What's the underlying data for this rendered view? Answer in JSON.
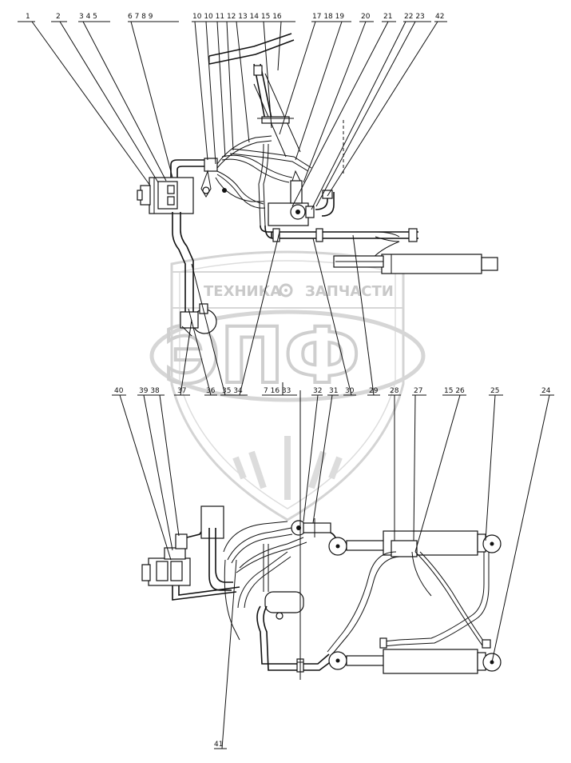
{
  "watermark": {
    "brand_left": "ТЕХНИКА",
    "brand_right": "ЗАПЧАСТИ",
    "monogram": "ЭПФ",
    "color": "#cccccc"
  },
  "diagram": {
    "top_labels": [
      {
        "id": "t1",
        "text": "1"
      },
      {
        "id": "t2",
        "text": "2"
      },
      {
        "id": "t3",
        "text": "3  4  5"
      },
      {
        "id": "t6",
        "text": "6  7  8  9"
      },
      {
        "id": "t10",
        "text": "10  10  11  12  13  14  15  16"
      },
      {
        "id": "t17",
        "text": "17  18  19"
      },
      {
        "id": "t20",
        "text": "20"
      },
      {
        "id": "t21",
        "text": "21"
      },
      {
        "id": "t22",
        "text": "22  23"
      },
      {
        "id": "t42",
        "text": "42"
      }
    ],
    "middle_labels": [
      {
        "id": "m37",
        "text": "37"
      },
      {
        "id": "m36",
        "text": "36"
      },
      {
        "id": "m35",
        "text": "35  34"
      },
      {
        "id": "m7",
        "text": "7  16  33"
      },
      {
        "id": "m32",
        "text": "32"
      },
      {
        "id": "m31",
        "text": "31"
      },
      {
        "id": "m30",
        "text": "30"
      },
      {
        "id": "m29",
        "text": "29"
      },
      {
        "id": "m28",
        "text": "28"
      },
      {
        "id": "m27",
        "text": "27"
      },
      {
        "id": "m15",
        "text": "15  26"
      },
      {
        "id": "m25",
        "text": "25"
      },
      {
        "id": "m24",
        "text": "24"
      },
      {
        "id": "m40",
        "text": "40"
      },
      {
        "id": "m39",
        "text": "39  38"
      }
    ],
    "bottom_labels": [
      {
        "id": "b41",
        "text": "41"
      }
    ]
  }
}
